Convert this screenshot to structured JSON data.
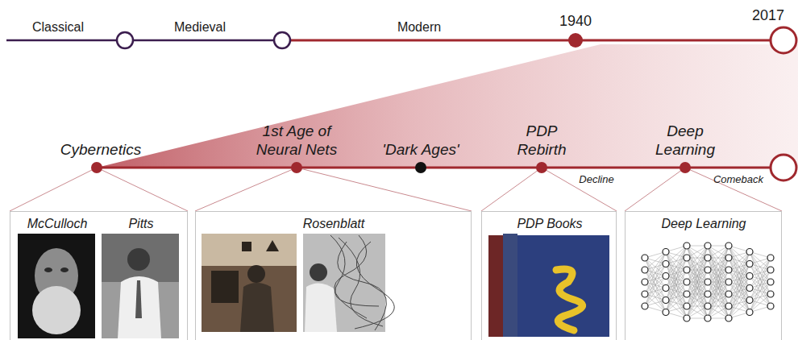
{
  "diagram": {
    "nodes": [
      {
        "text": [
          "McCulloch",
          "Pitts"
        ]
      },
      {
        "text": [
          "Rosenblatt"
        ]
      },
      {
        "text": [
          "PDP Books"
        ]
      },
      {
        "text": [
          "Deep Learning"
        ]
      }
    ],
    "labels": [
      "Classical",
      "Medieval",
      "Modern",
      "1940",
      "2017",
      "Cybernetics",
      "1st Age of Neural Nets",
      "'Dark Ages'",
      "PDP Rebirth",
      "Deep Learning",
      "Decline",
      "Comeback"
    ]
  }
}
